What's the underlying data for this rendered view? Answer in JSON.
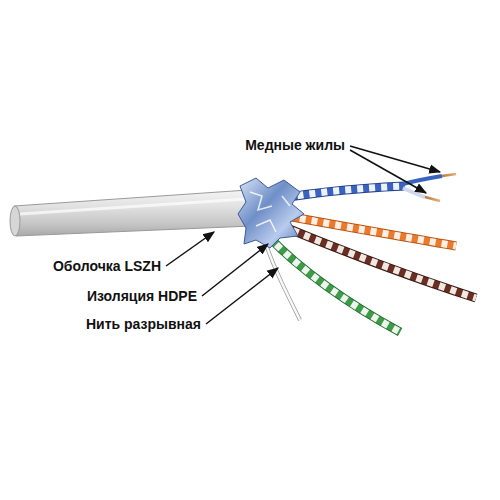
{
  "diagram": {
    "labels": [
      "Медные жилы",
      "Оболочка LSZH",
      "Изоляция HDPE",
      "Нить разрывная"
    ]
  }
}
